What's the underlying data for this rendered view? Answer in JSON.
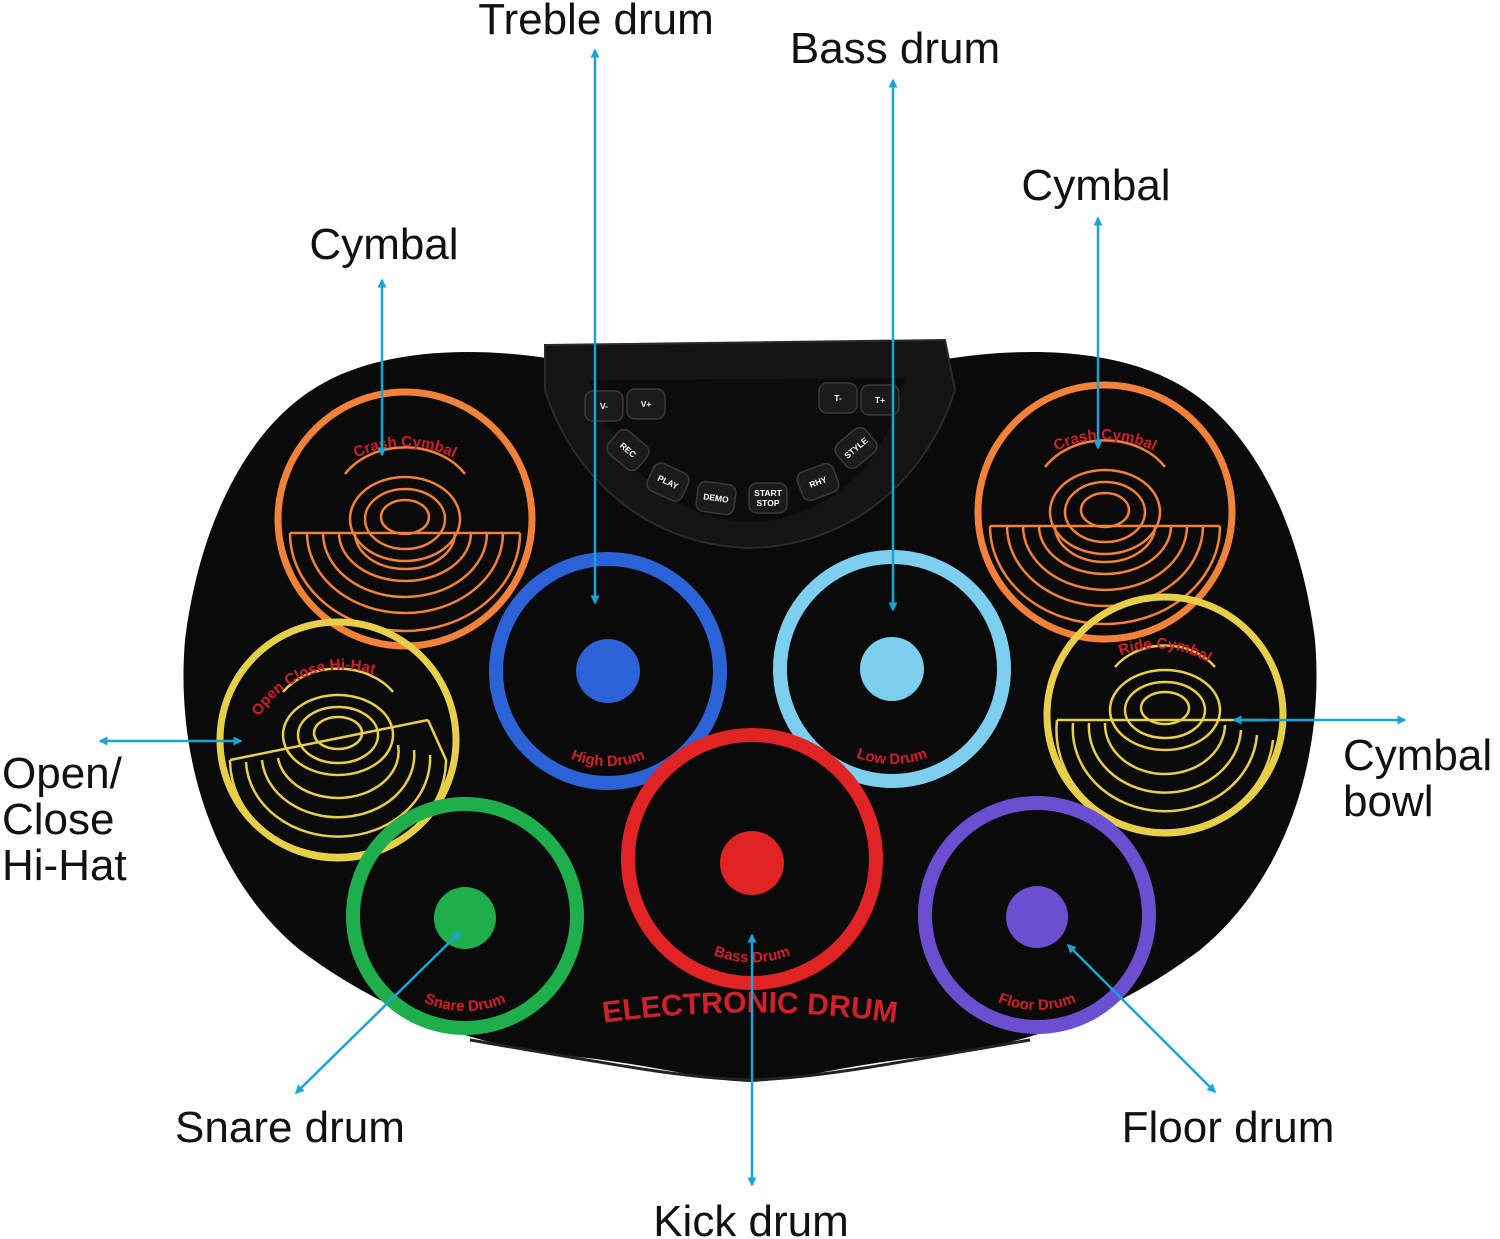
{
  "colors": {
    "pad_body": "#0a0a0a",
    "leader_line": "#1aa3d6",
    "label_red": "#d0202a",
    "orange": "#f2823a",
    "yellow": "#e8cf4a",
    "blue": "#2b63d6",
    "light_blue": "#7ccfee",
    "red": "#e02424",
    "green": "#1fae4c",
    "purple": "#6a4fd0"
  },
  "callouts": {
    "treble": "Treble drum",
    "bass": "Bass drum",
    "cymbal_left": "Cymbal",
    "cymbal_right": "Cymbal",
    "hihat": [
      "Open/",
      "Close",
      "Hi-Hat"
    ],
    "cymbal_bowl": [
      "Cymbal",
      "bowl"
    ],
    "snare": "Snare drum",
    "kick": "Kick drum",
    "floor": "Floor drum"
  },
  "pads": {
    "crash_left": {
      "label": "Crash Cymbal",
      "color": "orange",
      "icon": "cymbal-rings-icon"
    },
    "crash_right": {
      "label": "Crash Cymbal",
      "color": "orange",
      "icon": "cymbal-rings-icon"
    },
    "hihat": {
      "label": "Open Close Hi-Hat",
      "color": "yellow",
      "icon": "cymbal-rings-icon"
    },
    "ride": {
      "label": "Ride Cymbal",
      "color": "yellow",
      "icon": "cymbal-rings-icon"
    },
    "high_drum": {
      "label": "High Drum",
      "color": "blue"
    },
    "low_drum": {
      "label": "Low Drum",
      "color": "light_blue"
    },
    "bass_drum": {
      "label": "Bass Drum",
      "color": "red"
    },
    "snare_drum": {
      "label": "Snare Drum",
      "color": "green"
    },
    "floor_drum": {
      "label": "Floor Drum",
      "color": "purple"
    }
  },
  "control_panel": {
    "buttons": [
      "V-",
      "V+",
      "REC",
      "PLAY",
      "DEMO",
      "START STOP",
      "RHY",
      "STYLE",
      "T-",
      "T+"
    ]
  },
  "brand_text": "ELECTRONIC DRUM"
}
